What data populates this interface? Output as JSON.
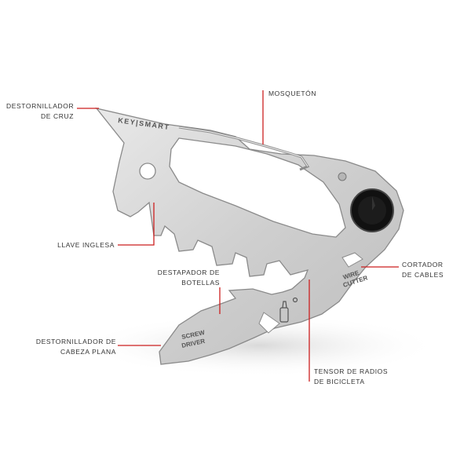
{
  "labels": {
    "phillips": {
      "line1": "DESTORNILLADOR",
      "line2": "DE CRUZ"
    },
    "carabiner": {
      "line1": "MOSQUETÓN"
    },
    "wrench": {
      "line1": "LLAVE INGLESA"
    },
    "bottle_opener": {
      "line1": "DESTAPADOR DE",
      "line2": "BOTELLAS"
    },
    "flat_screwdriver": {
      "line1": "DESTORNILLADOR DE",
      "line2": "CABEZA PLANA"
    },
    "spoke_wrench": {
      "line1": "TENSOR DE RADIOS",
      "line2": "DE BICICLETA"
    },
    "wire_cutter": {
      "line1": "CORTADOR",
      "line2": "DE CABLES"
    }
  },
  "tool_etchings": {
    "brand": "KEY|SMART",
    "wire_cutter_1": "WIRE",
    "wire_cutter_2": "CUTTER",
    "screwdriver_1": "SCREW",
    "screwdriver_2": "DRIVER"
  },
  "colors": {
    "leader_line": "#cc1f1f",
    "tool_body": "#d7d7d7",
    "tool_edge": "#8a8a8a",
    "text": "#333333"
  }
}
